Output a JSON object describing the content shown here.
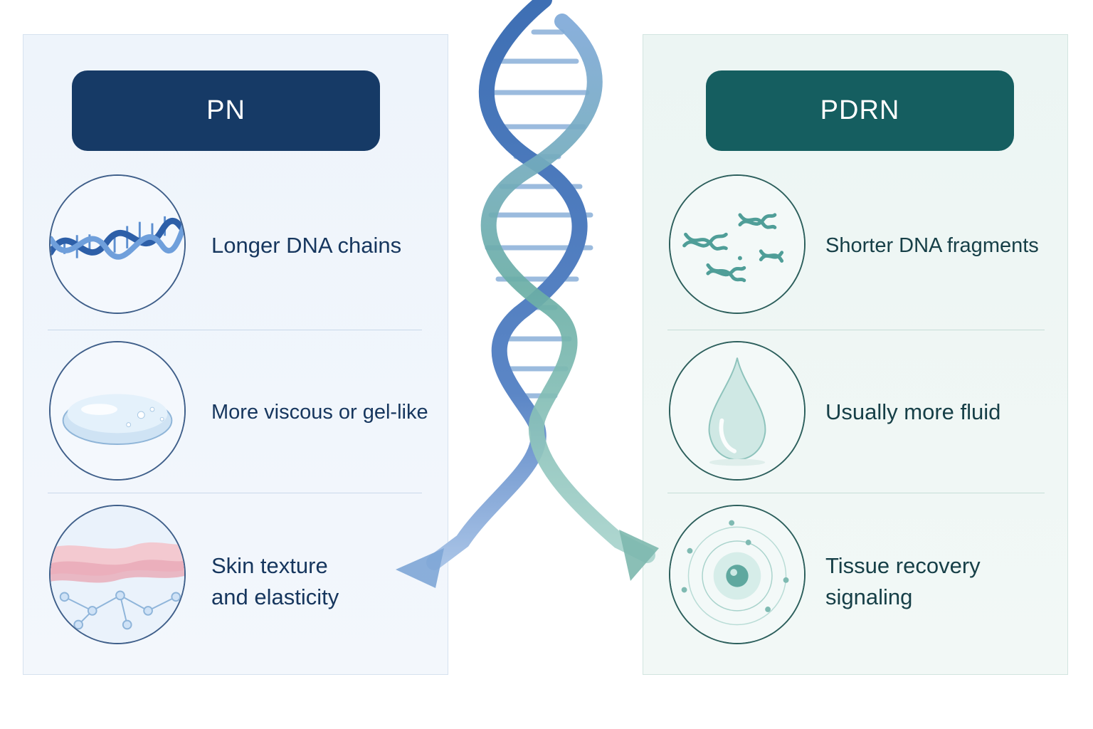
{
  "pn": {
    "title": "PN",
    "rows": [
      {
        "text": "Longer DNA chains",
        "icon": "long-dna-helix-icon"
      },
      {
        "text": "More viscous or gel-like",
        "icon": "gel-droplet-icon"
      },
      {
        "text": "Skin texture\nand elasticity",
        "icon": "skin-layers-icon"
      }
    ]
  },
  "pdrn": {
    "title": "PDRN",
    "rows": [
      {
        "text": "Shorter DNA fragments",
        "icon": "dna-fragments-icon"
      },
      {
        "text": "Usually more fluid",
        "icon": "fluid-drop-icon"
      },
      {
        "text": "Tissue recovery\nsignaling",
        "icon": "cell-signal-icon"
      }
    ]
  },
  "colors": {
    "pn_header": "#163a66",
    "pdrn_header": "#155e60",
    "helix_blue": "#4a78b8",
    "helix_teal": "#6aaea5"
  }
}
